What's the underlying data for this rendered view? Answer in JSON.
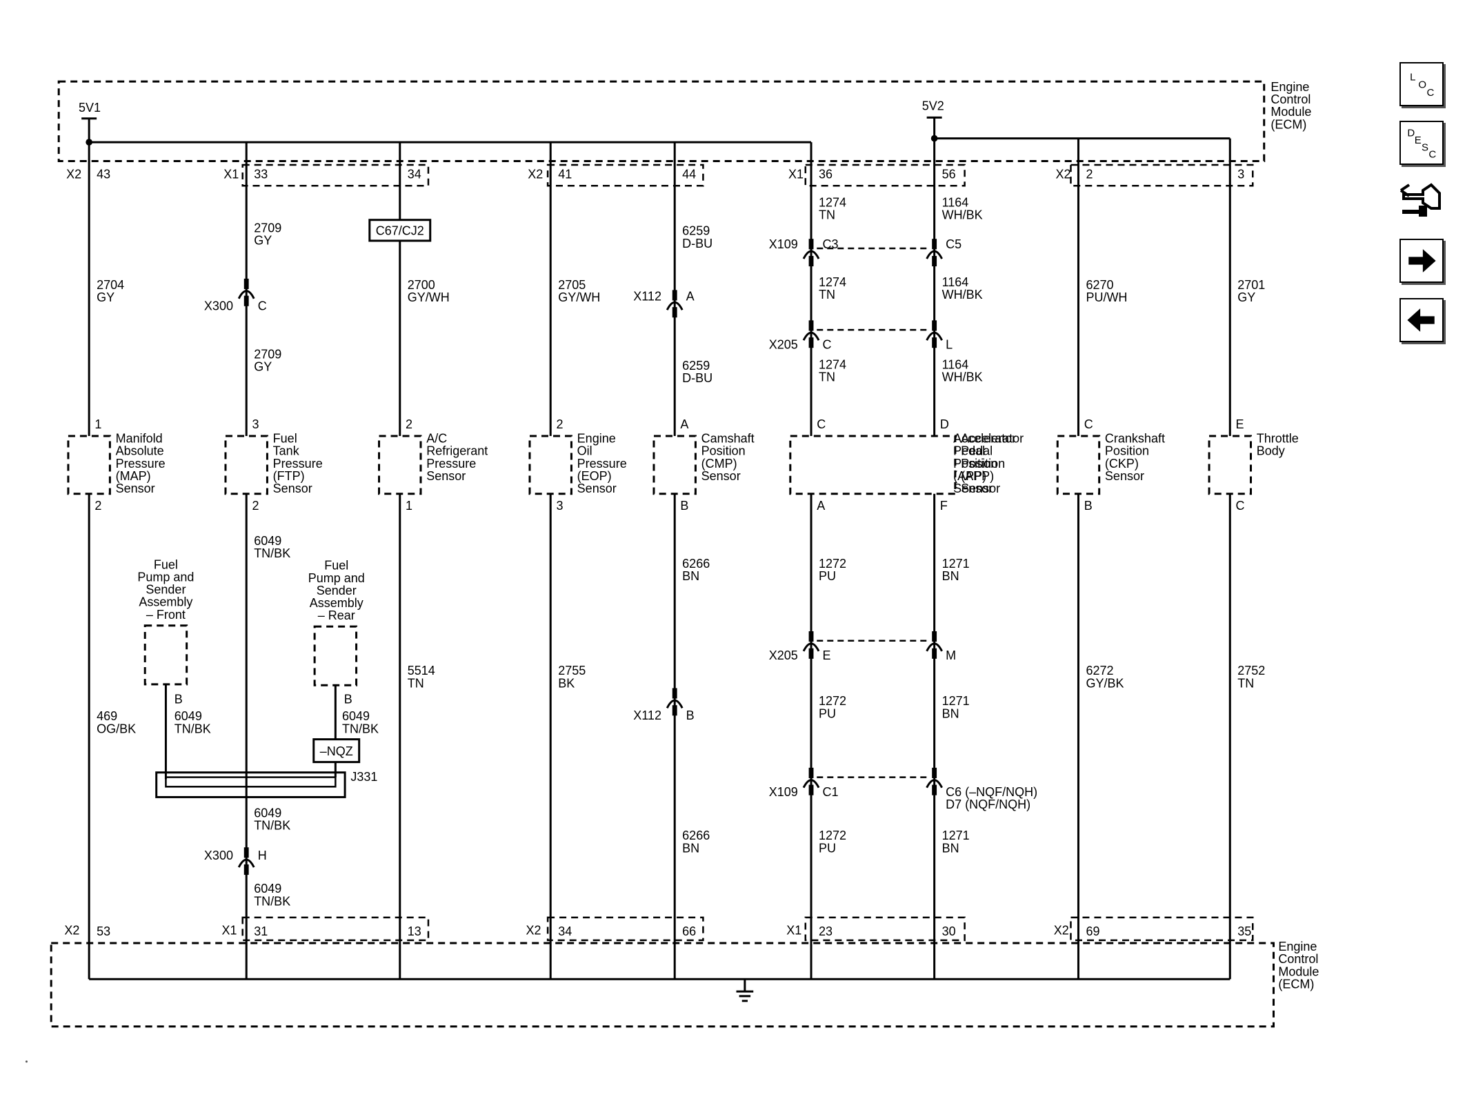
{
  "ecm_top": {
    "label": [
      "Engine",
      "Control",
      "Module",
      "(ECM)"
    ],
    "power_5v1": "5V1",
    "power_5v2": "5V2"
  },
  "ecm_bottom": {
    "label": [
      "Engine",
      "Control",
      "Module",
      "(ECM)"
    ]
  },
  "circuits": [
    {
      "top_conn": "X2",
      "top_pin": "43",
      "wire_top": [
        "2704",
        "GY"
      ],
      "sensor_pin_top": "1",
      "sensor": [
        "Manifold",
        "Absolute",
        "Pressure",
        "(MAP)",
        "Sensor"
      ],
      "sensor_pin_bottom": "2",
      "wire_bottom": [
        "469",
        "OG/BK"
      ],
      "bottom_conn": "X2",
      "bottom_pin": "53"
    },
    {
      "top_conn": "X1",
      "top_pin": "33",
      "wire_top": [
        "2709",
        "GY"
      ],
      "inline_top": {
        "conn": "X300",
        "pin": "C"
      },
      "wire_mid": [
        "2709",
        "GY"
      ],
      "sensor_pin_top": "3",
      "sensor": [
        "Fuel",
        "Tank",
        "Pressure",
        "(FTP)",
        "Sensor"
      ],
      "sensor_pin_bottom": "2",
      "wire_bottom": [
        "6049",
        "TN/BK"
      ],
      "splice": "J331",
      "wire_after_splice": [
        "6049",
        "TN/BK"
      ],
      "inline_bottom": {
        "conn": "X300",
        "pin": "H"
      },
      "wire_last": [
        "6049",
        "TN/BK"
      ],
      "bottom_conn": "X1",
      "bottom_pin": "31"
    },
    {
      "top_pin": "34",
      "option_box": "C67/CJ2",
      "wire_top": [
        "2700",
        "GY/WH"
      ],
      "sensor_pin_top": "2",
      "sensor": [
        "A/C",
        "Refrigerant",
        "Pressure",
        "Sensor"
      ],
      "sensor_pin_bottom": "1",
      "wire_bottom": [
        "5514",
        "TN"
      ],
      "bottom_pin": "13"
    },
    {
      "top_conn": "X2",
      "top_pin": "41",
      "wire_top": [
        "2705",
        "GY/WH"
      ],
      "sensor_pin_top": "2",
      "sensor": [
        "Engine",
        "Oil",
        "Pressure",
        "(EOP)",
        "Sensor"
      ],
      "sensor_pin_bottom": "3",
      "wire_bottom": [
        "2755",
        "BK"
      ],
      "bottom_conn": "X2",
      "bottom_pin": "34"
    },
    {
      "top_pin": "44",
      "wire_top": [
        "6259",
        "D-BU"
      ],
      "inline_top": {
        "conn": "X112",
        "pin": "A"
      },
      "wire_mid": [
        "6259",
        "D-BU"
      ],
      "sensor_pin_top": "A",
      "sensor": [
        "Camshaft",
        "Position",
        "(CMP)",
        "Sensor"
      ],
      "sensor_pin_bottom": "B",
      "wire_bottom": [
        "6266",
        "BN"
      ],
      "inline_bottom": {
        "conn": "X112",
        "pin": "B"
      },
      "wire_last": [
        "6266",
        "BN"
      ],
      "bottom_pin": "66"
    },
    {
      "top_conn": "X1",
      "top_pin": "36",
      "wire_top": [
        "1274",
        "TN"
      ],
      "conn1": {
        "conn": "X109",
        "pin": "C3"
      },
      "wire_2": [
        "1274",
        "TN"
      ],
      "conn2": {
        "conn": "X205",
        "pin": "C"
      },
      "wire_3": [
        "1274",
        "TN"
      ],
      "sensor_pin_top": "C",
      "sensor_pin_bottom": "A",
      "wire_4": [
        "1272",
        "PU"
      ],
      "conn3": {
        "conn": "X205",
        "pin": "E"
      },
      "wire_5": [
        "1272",
        "PU"
      ],
      "conn4": {
        "conn": "X109",
        "pin": "C1"
      },
      "wire_6": [
        "1272",
        "PU"
      ],
      "bottom_conn": "X1",
      "bottom_pin": "23"
    },
    {
      "top_pin": "56",
      "wire_top": [
        "1164",
        "WH/BK"
      ],
      "conn1_pin": "C5",
      "wire_2": [
        "1164",
        "WH/BK"
      ],
      "conn2_pin": "L",
      "wire_3": [
        "1164",
        "WH/BK"
      ],
      "sensor_pin_top": "D",
      "sensor": [
        "Accelerator",
        "Pedal",
        "Position",
        "(APP)",
        "Sensor"
      ],
      "sensor_pin_bottom": "F",
      "wire_4": [
        "1271",
        "BN"
      ],
      "conn3_pin": "M",
      "wire_5": [
        "1271",
        "BN"
      ],
      "conn4_pin": [
        "C6 (–NQF/NQH)",
        "D7 (NQF/NQH)"
      ],
      "wire_6": [
        "1271",
        "BN"
      ],
      "bottom_pin": "30"
    },
    {
      "top_conn": "X2",
      "top_pin": "2",
      "wire_top": [
        "6270",
        "PU/WH"
      ],
      "sensor_pin_top": "C",
      "sensor": [
        "Crankshaft",
        "Position",
        "(CKP)",
        "Sensor"
      ],
      "sensor_pin_bottom": "B",
      "wire_bottom": [
        "6272",
        "GY/BK"
      ],
      "bottom_conn": "X2",
      "bottom_pin": "69"
    },
    {
      "top_pin": "3",
      "wire_top": [
        "2701",
        "GY"
      ],
      "sensor_pin_top": "E",
      "sensor": [
        "Throttle",
        "Body"
      ],
      "sensor_pin_bottom": "C",
      "wire_bottom": [
        "2752",
        "TN"
      ],
      "bottom_pin": "35"
    }
  ],
  "fuel_pumps": [
    {
      "label": [
        "Fuel",
        "Pump and",
        "Sender",
        "Assembly",
        "– Front"
      ],
      "pin": "B",
      "wire": [
        "6049",
        "TN/BK"
      ]
    },
    {
      "label": [
        "Fuel",
        "Pump and",
        "Sender",
        "Assembly",
        "– Rear"
      ],
      "pin": "B",
      "wire": [
        "6049",
        "TN/BK"
      ],
      "option_box": "–NQZ"
    }
  ],
  "nav": [
    {
      "name": "loc",
      "letters": [
        "L",
        "O",
        "C"
      ]
    },
    {
      "name": "desc",
      "letters": [
        "D",
        "E",
        "S",
        "C"
      ]
    },
    {
      "name": "connector-icon"
    },
    {
      "name": "next-arrow-icon"
    },
    {
      "name": "prev-arrow-icon"
    }
  ]
}
